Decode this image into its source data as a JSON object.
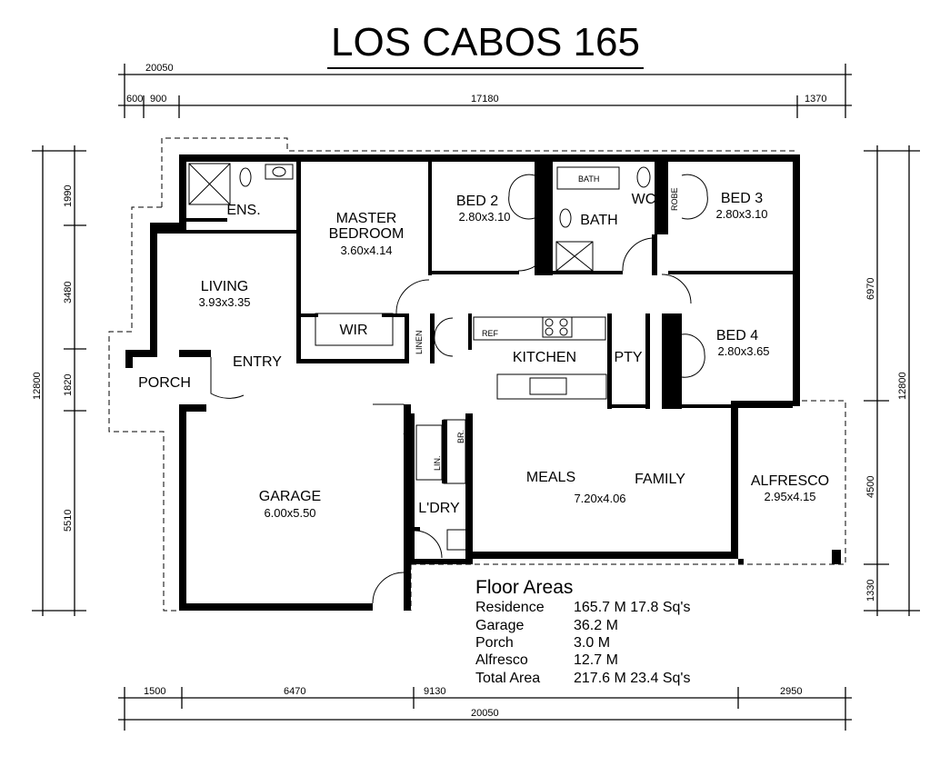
{
  "title": "LOS CABOS 165",
  "dimensions": {
    "top_overall": "20050",
    "top_segments": [
      "600",
      "900",
      "17180",
      "1370"
    ],
    "left_overall": "12800",
    "left_segments": [
      "1990",
      "3480",
      "1820",
      "5510"
    ],
    "right_overall": "12800",
    "right_segments": [
      "6970",
      "4500",
      "1330"
    ],
    "bottom_segments": [
      "1500",
      "6470",
      "9130",
      "2950"
    ],
    "bottom_overall": "20050"
  },
  "rooms": {
    "ens": "ENS.",
    "master": "MASTER",
    "master2": "BEDROOM",
    "master_size": "3.60x4.14",
    "bed2": "BED 2",
    "bed2_size": "2.80x3.10",
    "robe": "ROBE",
    "bath_tub": "BATH",
    "bath": "BATH",
    "wc": "WC",
    "bed3": "BED 3",
    "bed3_size": "2.80x3.10",
    "living": "LIVING",
    "living_size": "3.93x3.35",
    "wir": "WIR",
    "linen": "LINEN",
    "ref": "REF",
    "kitchen": "KITCHEN",
    "pty": "PTY",
    "bed4": "BED 4",
    "bed4_size": "2.80x3.65",
    "entry": "ENTRY",
    "porch": "PORCH",
    "garage": "GARAGE",
    "garage_size": "6.00x5.50",
    "lin": "LIN.",
    "br": "BR.",
    "ldry": "L'DRY",
    "meals": "MEALS",
    "family": "FAMILY",
    "meals_size": "7.20x4.06",
    "alfresco": "ALFRESCO",
    "alfresco_size": "2.95x4.15"
  },
  "floor_areas": {
    "heading": "Floor Areas",
    "rows": [
      {
        "label": "Residence",
        "value": "165.7 M 17.8 Sq's"
      },
      {
        "label": "Garage",
        "value": "36.2 M"
      },
      {
        "label": "Porch",
        "value": "3.0 M"
      },
      {
        "label": "Alfresco",
        "value": "12.7 M"
      },
      {
        "label": "Total Area",
        "value": "217.6 M 23.4 Sq's"
      }
    ]
  }
}
